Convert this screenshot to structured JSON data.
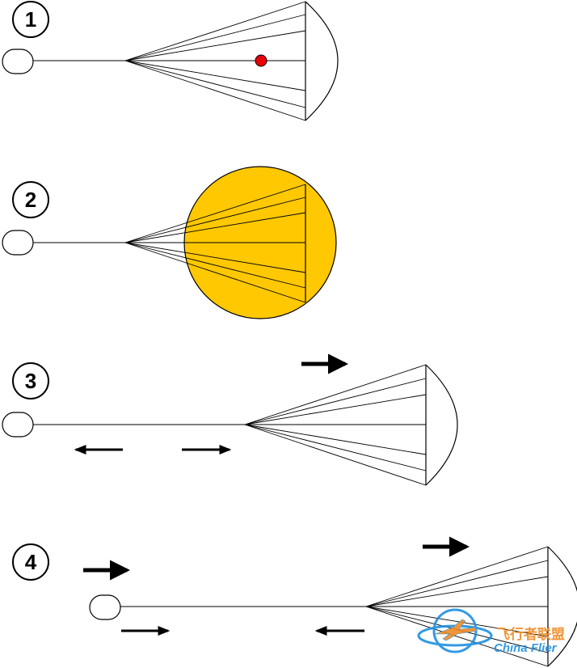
{
  "steps": [
    {
      "number": "1"
    },
    {
      "number": "2"
    },
    {
      "number": "3"
    },
    {
      "number": "4"
    }
  ],
  "colors": {
    "canopy_inflated": "#FFC800",
    "pilot_marker": "#E8000B",
    "watermark": "#1E90E0",
    "watermark_accent": "#F08A24"
  },
  "watermark": {
    "chinese_text": "飞行者联盟",
    "english_text": "China Flier"
  }
}
